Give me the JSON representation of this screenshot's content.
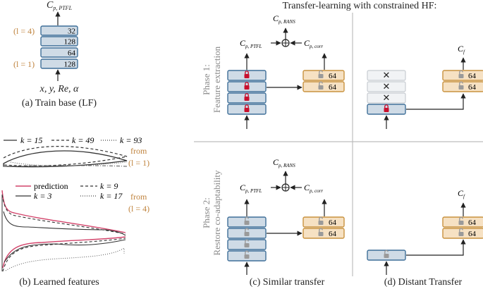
{
  "title": "Transfer-learning with constrained HF:",
  "panel_a": {
    "output": "C",
    "output_sub": "p, PTFL",
    "layers": [
      "32",
      "128",
      "64",
      "128"
    ],
    "l_top": "(l = 4)",
    "l_bottom": "(l = 1)",
    "inputs": "x, y, Re, α",
    "caption": "(a) Train base (LF)"
  },
  "panel_b": {
    "legend1": [
      {
        "label": "k = 15",
        "style": "solid"
      },
      {
        "label": "k = 49",
        "style": "dashed"
      },
      {
        "label": "k = 93",
        "style": "dotted"
      }
    ],
    "from1": "from",
    "from1_l": "(l = 1)",
    "legend2": [
      {
        "label": "prediction",
        "style": "solid-red"
      },
      {
        "label": "k = 9",
        "style": "dashed"
      },
      {
        "label": "k = 3",
        "style": "solid"
      },
      {
        "label": "k = 17",
        "style": "dotted"
      }
    ],
    "from2": "from",
    "from2_l": "(l = 4)",
    "caption": "(b) Learned features"
  },
  "phase1_label": "Phase 1:",
  "phase1_sub": "Feature extraction",
  "phase2_label": "Phase 2:",
  "phase2_sub": "Restore co-adaptability",
  "cp_rans": "C",
  "cp_rans_sub": "p, RANS",
  "cp_ptfl": "C",
  "cp_ptfl_sub": "p, PTFL",
  "cp_corr": "C",
  "cp_corr_sub": "p, corr",
  "cf": "C",
  "cf_sub": "f",
  "new_layer": "64",
  "caption_c": "(c) Similar transfer",
  "caption_d": "(d) Distant Transfer",
  "colors": {
    "base_fill": "#cfdbe6",
    "base_stroke": "#3f6f98",
    "new_fill": "#f6e1c3",
    "new_stroke": "#c9923f",
    "lock_red": "#c8102e",
    "prediction": "#d2436a",
    "l_label": "#c0843f"
  }
}
